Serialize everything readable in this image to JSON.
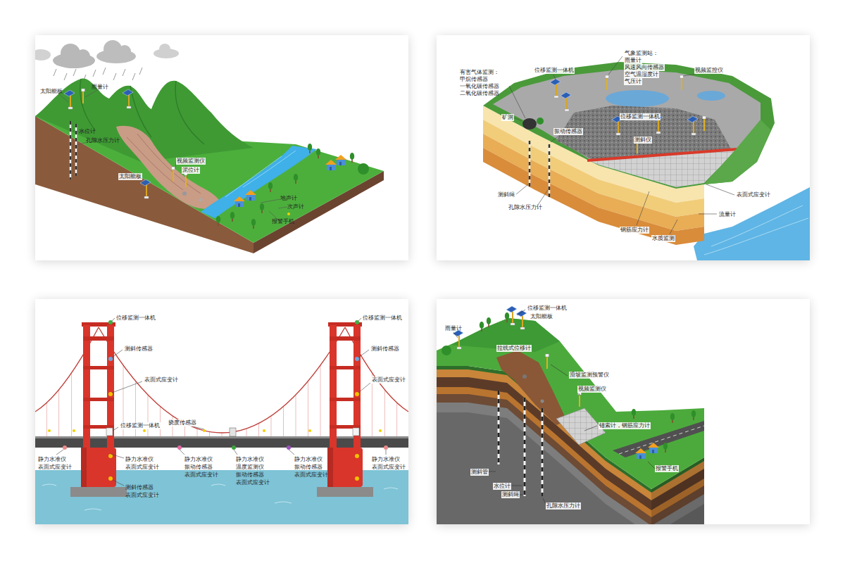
{
  "diagram": {
    "labels": [
      "太阳能板",
      "雨量计",
      "水位计",
      "孔隙水压力计",
      "视频监测仪",
      "泥位计",
      "太阳能板",
      "地声计",
      "次声计",
      "报警手机",
      "有害气体监测：",
      "甲烷传感器",
      "一氧化碳传感器",
      "二氧化碳传感器",
      "位移监测一体机",
      "气象监测站：",
      "雨量计",
      "风速风向传感器",
      "空气温湿度计",
      "气压计",
      "视频监控仪",
      "矿洞",
      "振动传感器",
      "位移监测一体机",
      "测斜仪",
      "测斜绳",
      "孔隙水压力计",
      "表面式应变计",
      "流量计",
      "钢筋应力计",
      "水质监测",
      "位移监测一体机",
      "位移监测一体机",
      "测斜传感器",
      "测斜传感器",
      "表面式应变计",
      "表面式应变计",
      "位移监测一体机",
      "挠度传感器",
      "静力水准仪",
      "表面式应变计",
      "静力水准仪",
      "表面式应变计",
      "静力水准仪",
      "振动传感器",
      "表面式应变计",
      "静力水准仪",
      "温度监测仪",
      "振动传感器",
      "表面式应变计",
      "静力水准仪",
      "振动传感器",
      "表面式应变计",
      "静力水准仪",
      "表面式应变计",
      "测斜传感器",
      "表面式应变计",
      "雨量计",
      "位移监测一体机",
      "太阳能板",
      "拉线式位移计",
      "滑坡监测预警仪",
      "视频监测仪",
      "锚索计，钢筋应力计",
      "报警手机",
      "测斜管",
      "水位计",
      "测斜绳",
      "孔隙水压力计"
    ]
  }
}
